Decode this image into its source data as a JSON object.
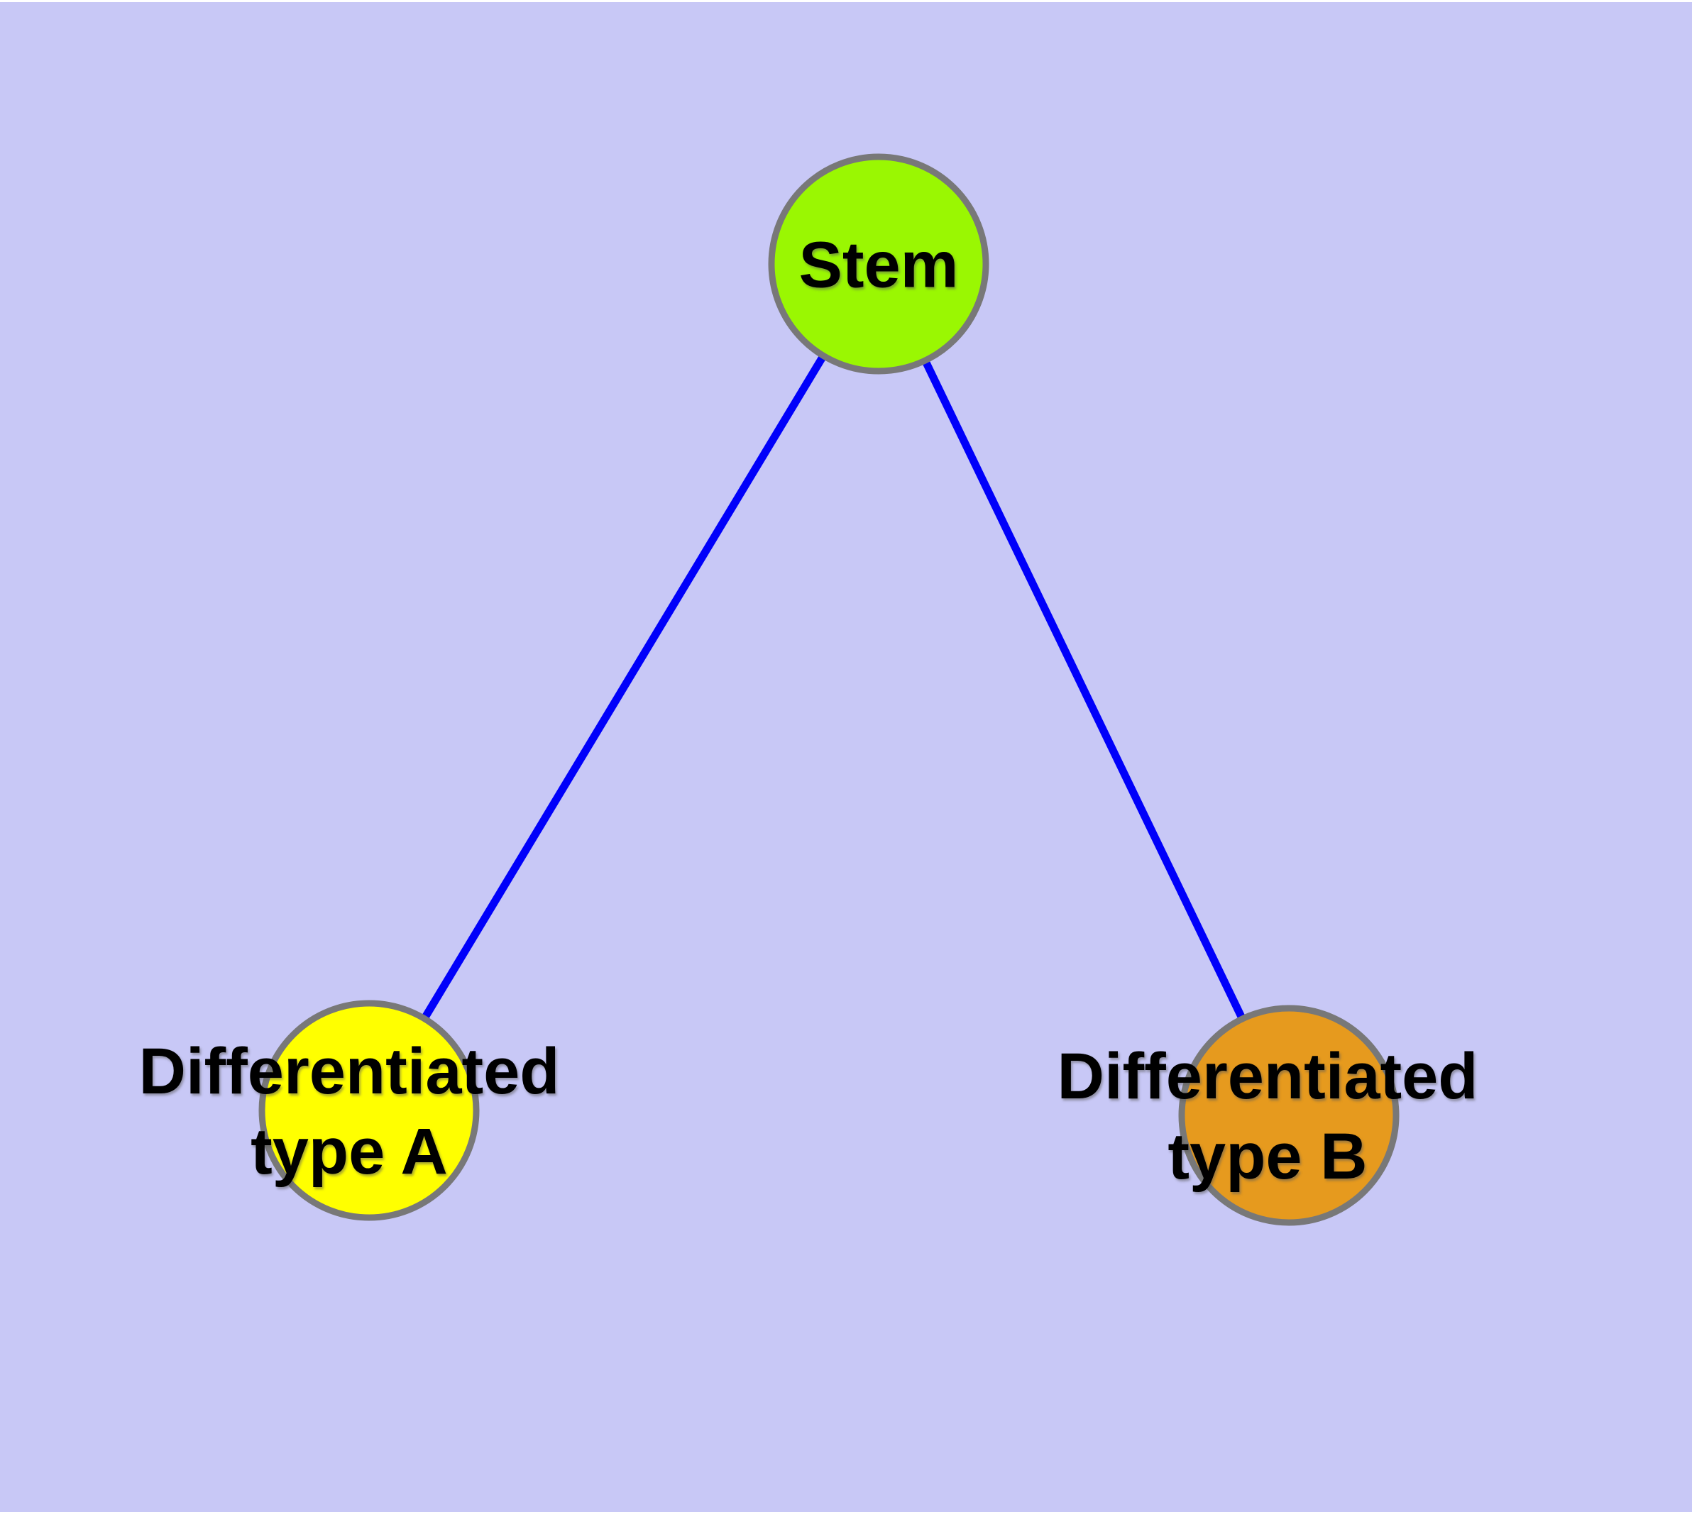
{
  "diagram": {
    "background_color": "#c8c8f6",
    "margin_color": "#ffffff",
    "edge_color": "#0000fa",
    "node_border_color": "#787878",
    "text_color": "#000000",
    "nodes": {
      "stem": {
        "label": "Stem",
        "fill": "#9af702"
      },
      "type_a": {
        "label_line1": "Differentiated",
        "label_line2": "type A",
        "fill": "#ffff00"
      },
      "type_b": {
        "label_line1": "Differentiated",
        "label_line2": "type B",
        "fill": "#e69a1e"
      }
    },
    "edges": [
      {
        "from": "stem",
        "to": "type_a"
      },
      {
        "from": "stem",
        "to": "type_b"
      }
    ]
  }
}
